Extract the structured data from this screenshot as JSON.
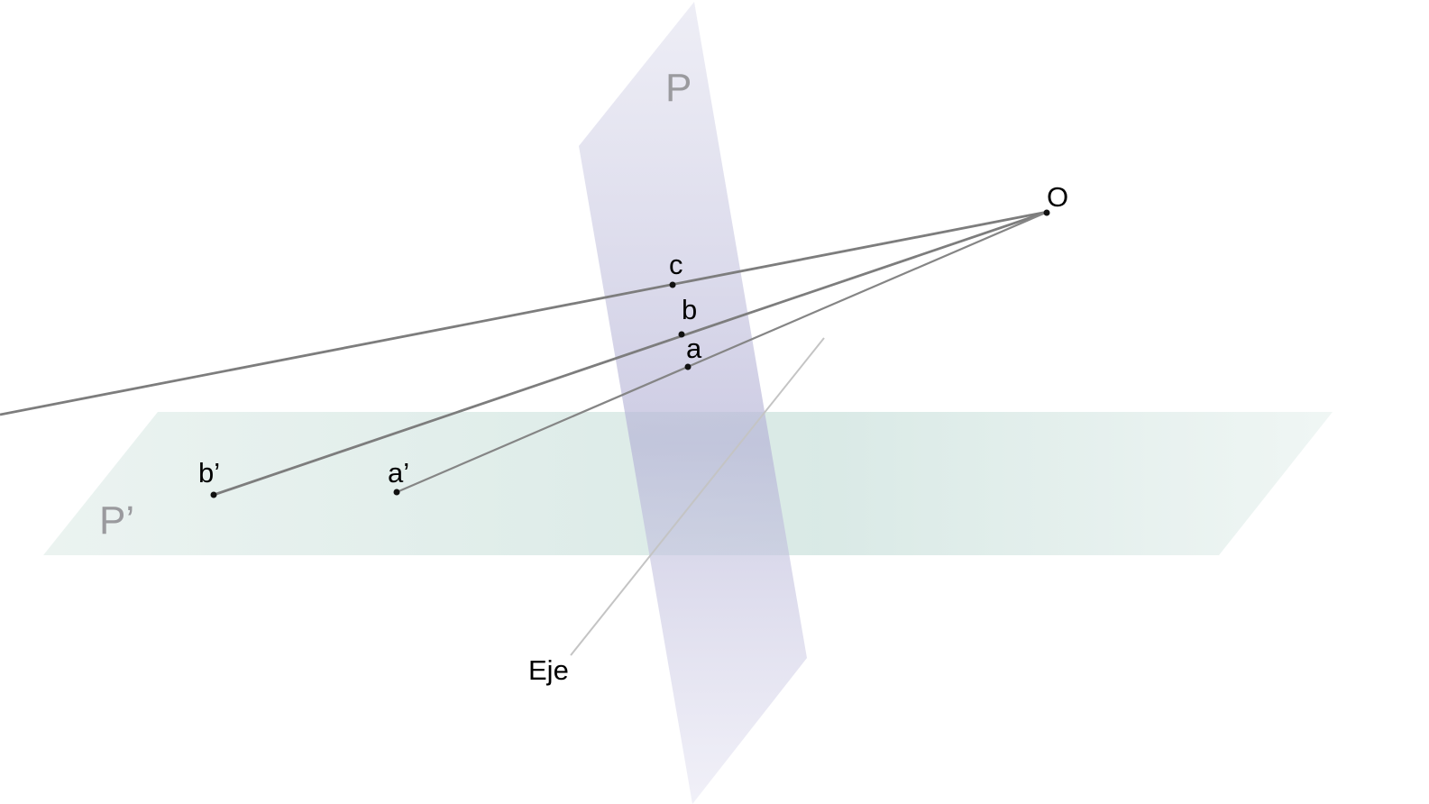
{
  "colors": {
    "plane_p": "#b8b6d8",
    "plane_p_prime": "#c6dcd8",
    "rays": "#7d7d7d",
    "axis": "#c4c4c4",
    "labels": "#000000",
    "plane_labels": "#9a9a9e"
  },
  "planes": {
    "p": {
      "label": "P"
    },
    "p_prime": {
      "label": "P’"
    }
  },
  "points": {
    "o": {
      "label": "O"
    },
    "c": {
      "label": "c"
    },
    "b": {
      "label": "b"
    },
    "a": {
      "label": "a"
    },
    "b_prime": {
      "label": "b’"
    },
    "a_prime": {
      "label": "a’"
    }
  },
  "axis": {
    "label": "Eje"
  }
}
